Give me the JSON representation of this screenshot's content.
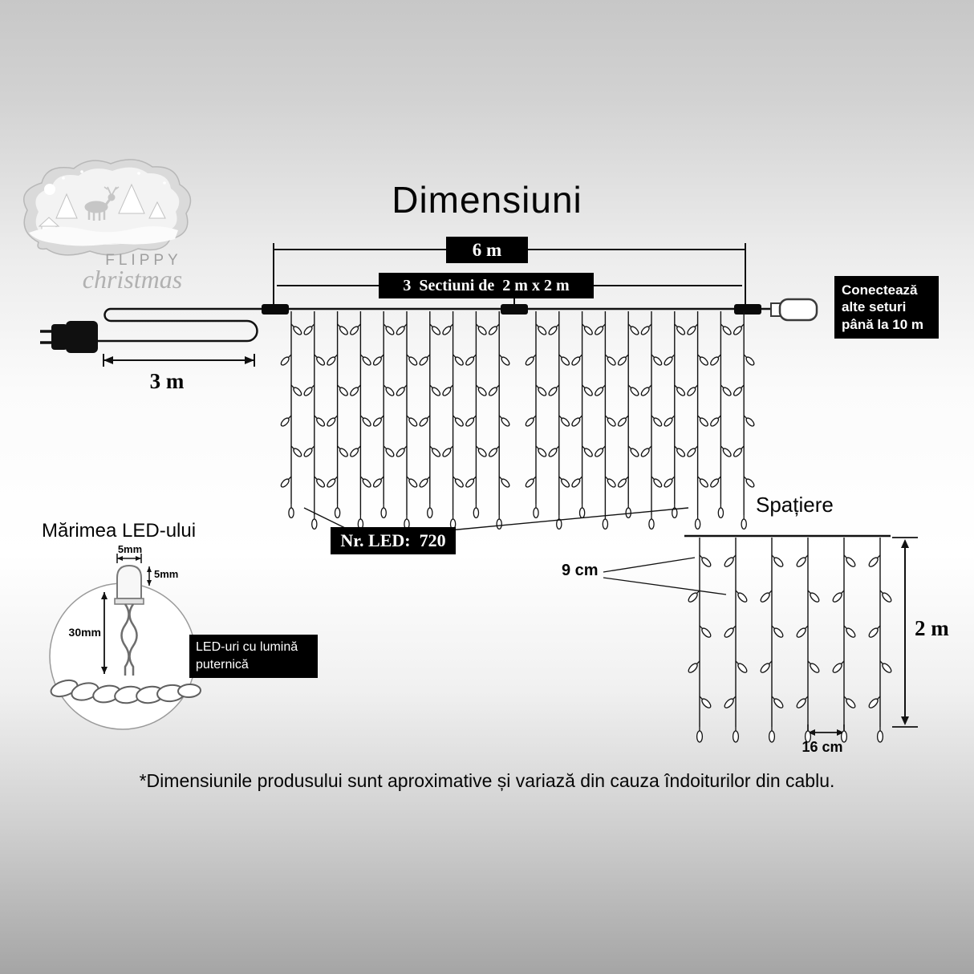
{
  "page": {
    "title": "Dimensiuni",
    "disclaimer": "*Dimensiunile produsului sunt aproximative și variază din cauza îndoiturilor din cablu."
  },
  "logo": {
    "brand_line1": "FLIPPY",
    "brand_line2": "christmas"
  },
  "main_diagram": {
    "total_width_label": "6 m",
    "sections_label": "3  Sectiuni de  2 m x 2 m",
    "lead_length_label": "3 m",
    "led_count_label": "Nr. LED:  720",
    "connect_note_lines": [
      "Conectează",
      "alte seturi",
      "până la 10 m"
    ]
  },
  "led_size": {
    "title": "Mărimea LED-ului",
    "bulb_width_label": "5mm",
    "bulb_height_label": "5mm",
    "wire_length_label": "30mm",
    "note_lines": [
      "LED-uri cu lumină",
      "puternică"
    ]
  },
  "spacing": {
    "title": "Spațiere",
    "strand_gap_label": "9 cm",
    "curtain_height_label": "2 m",
    "led_gap_label": "16 cm"
  },
  "icons": {
    "power_plug": "power-plug-icon",
    "cable_connectors": "cable-connector-icons",
    "extension_connector": "extension-connector-icon",
    "led_bulb": "led-bulb-icon",
    "rope": "rope-icon",
    "logo_scene": "winter-scene-icon"
  },
  "colors": {
    "ink": "#111111",
    "label_box_bg": "#000000",
    "label_box_text": "#ffffff",
    "logo_gray": "#9f9f9f"
  }
}
